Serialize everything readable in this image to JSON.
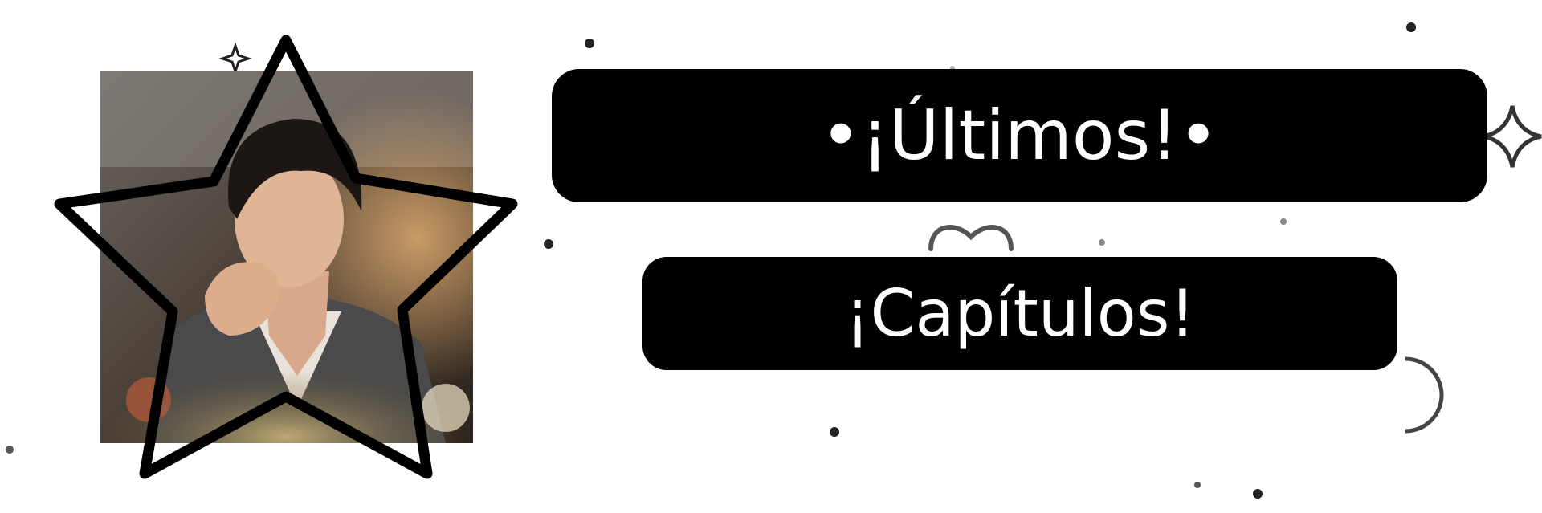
{
  "banner": {
    "title": "•¡Últimos!•",
    "subtitle": "¡Capítulos!"
  },
  "colors": {
    "pill_background": "#000000",
    "pill_text": "#ffffff",
    "page_background": "#ffffff",
    "star_stroke": "#000000"
  },
  "icons": {
    "photo": "person-photo",
    "frame": "star-outline-icon",
    "decorations": [
      "sparkle-icon",
      "dot-icon",
      "heart-outline-icon",
      "crescent-moon-icon"
    ]
  }
}
